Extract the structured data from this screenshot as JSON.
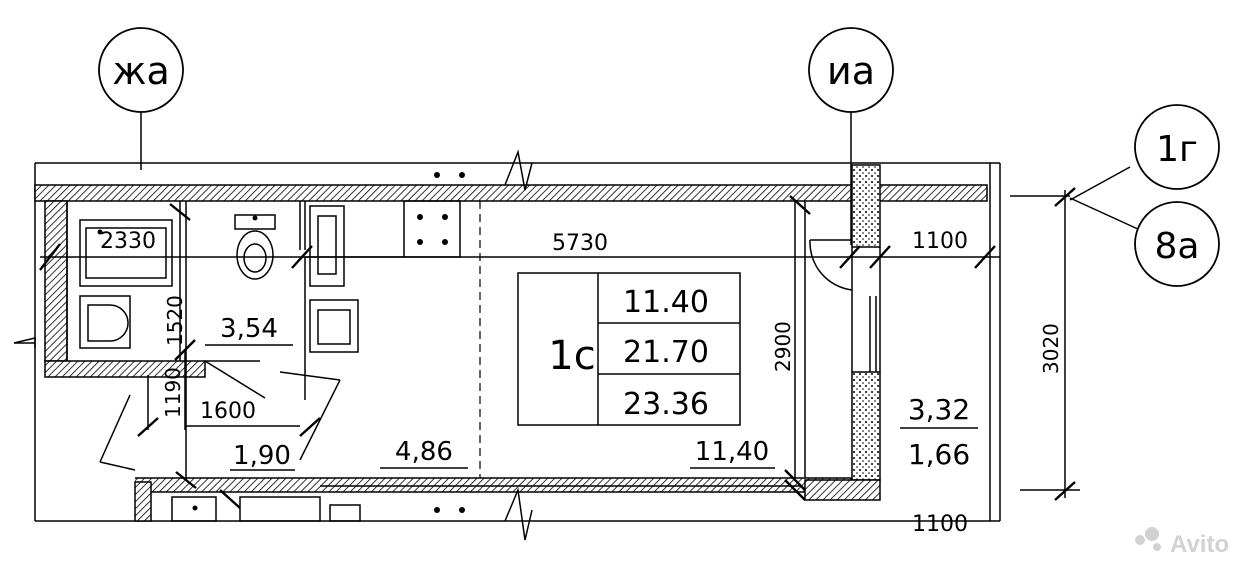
{
  "axes": {
    "zh": "жа",
    "i": "иа",
    "g1": "1г",
    "a8": "8а"
  },
  "dimensions": {
    "d2330": "2330",
    "d5730": "5730",
    "d1100": "1100",
    "d1520": "1520",
    "d1190": "1190",
    "d1600": "1600",
    "d2900": "2900",
    "d3020": "3020",
    "d1100_cut": "1100"
  },
  "rooms": {
    "wc_area": "3,54",
    "hall_area": "1,90",
    "kitchen_area": "4,86",
    "living_area": "11,40",
    "balcony_area": "3,32",
    "balcony_reduced": "1,66"
  },
  "apartment": {
    "type": "1с",
    "living": "11.40",
    "total": "21.70",
    "total_with_balcony": "23.36"
  },
  "watermark": {
    "text": "Avito"
  },
  "colors": {
    "line": "#000000",
    "background": "#ffffff",
    "watermark": "#d2d2d2"
  }
}
